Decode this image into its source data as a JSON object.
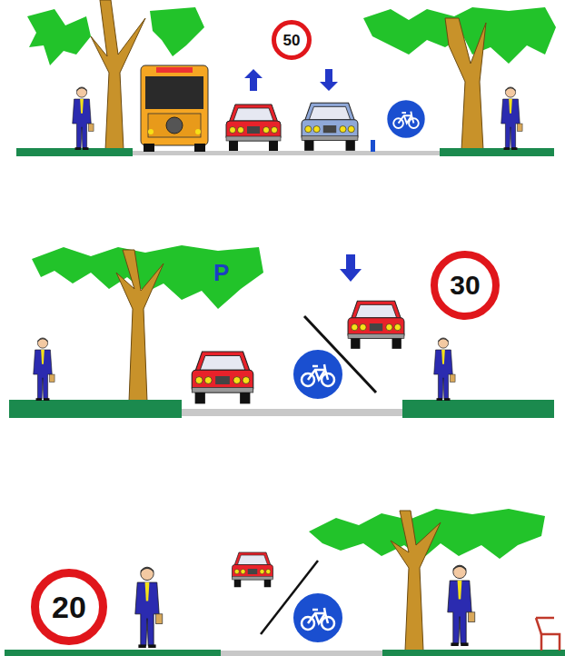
{
  "diagram": {
    "nodes": [
      {
        "text": [
          "50"
        ]
      },
      {
        "text": [
          "30"
        ]
      },
      {
        "text": [
          "20"
        ]
      }
    ],
    "labels": [
      "P"
    ]
  }
}
